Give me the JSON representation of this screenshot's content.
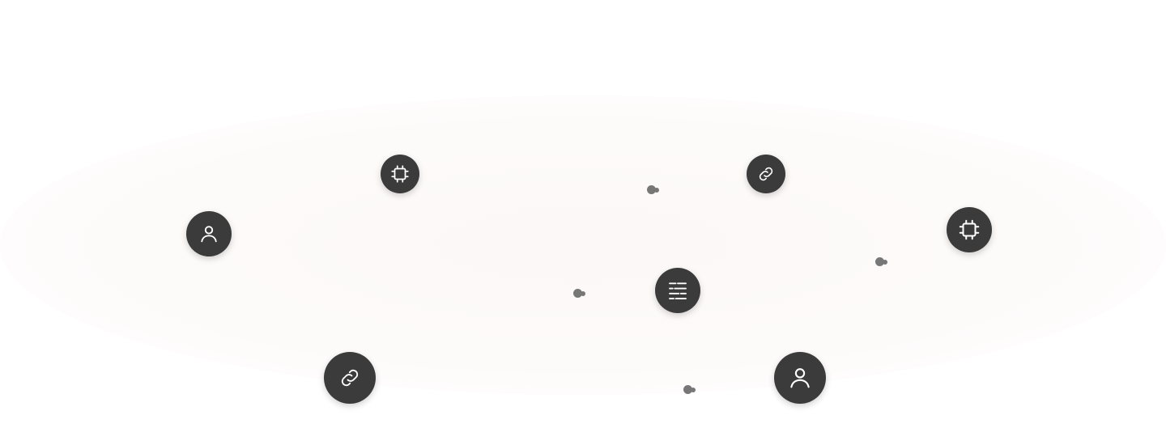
{
  "theme": {
    "node_color": "#3b3b3b",
    "icon_color": "#ffffff",
    "dot_color": "#777777",
    "glow_color": "#fcf8f7"
  },
  "nodes": [
    {
      "icon": "cpu-icon"
    },
    {
      "icon": "link-icon"
    },
    {
      "icon": "user-icon"
    },
    {
      "icon": "cpu-icon"
    },
    {
      "icon": "sliders-icon"
    },
    {
      "icon": "link-icon"
    },
    {
      "icon": "user-icon"
    }
  ],
  "dots": [
    {
      "name": "pulse-dot"
    },
    {
      "name": "pulse-dot"
    },
    {
      "name": "pulse-dot"
    },
    {
      "name": "pulse-dot"
    }
  ]
}
